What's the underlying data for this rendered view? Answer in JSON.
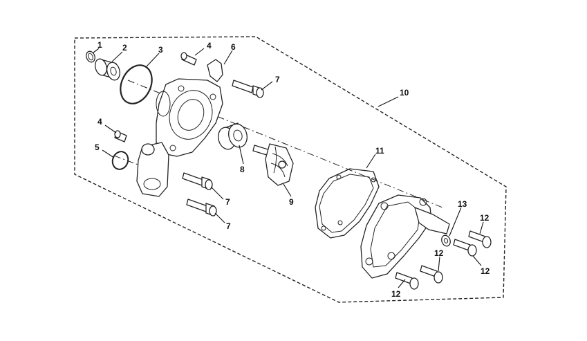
{
  "diagram": {
    "callouts": [
      {
        "id": "c1",
        "label": "1"
      },
      {
        "id": "c2",
        "label": "2"
      },
      {
        "id": "c3",
        "label": "3"
      },
      {
        "id": "c4a",
        "label": "4"
      },
      {
        "id": "c4b",
        "label": "4"
      },
      {
        "id": "c5",
        "label": "5"
      },
      {
        "id": "c6",
        "label": "6"
      },
      {
        "id": "c7a",
        "label": "7"
      },
      {
        "id": "c7b",
        "label": "7"
      },
      {
        "id": "c7c",
        "label": "7"
      },
      {
        "id": "c8",
        "label": "8"
      },
      {
        "id": "c9",
        "label": "9"
      },
      {
        "id": "c10",
        "label": "10"
      },
      {
        "id": "c11",
        "label": "11"
      },
      {
        "id": "c12a",
        "label": "12"
      },
      {
        "id": "c12b",
        "label": "12"
      },
      {
        "id": "c12c",
        "label": "12"
      },
      {
        "id": "c12d",
        "label": "12"
      },
      {
        "id": "c13",
        "label": "13"
      }
    ]
  }
}
